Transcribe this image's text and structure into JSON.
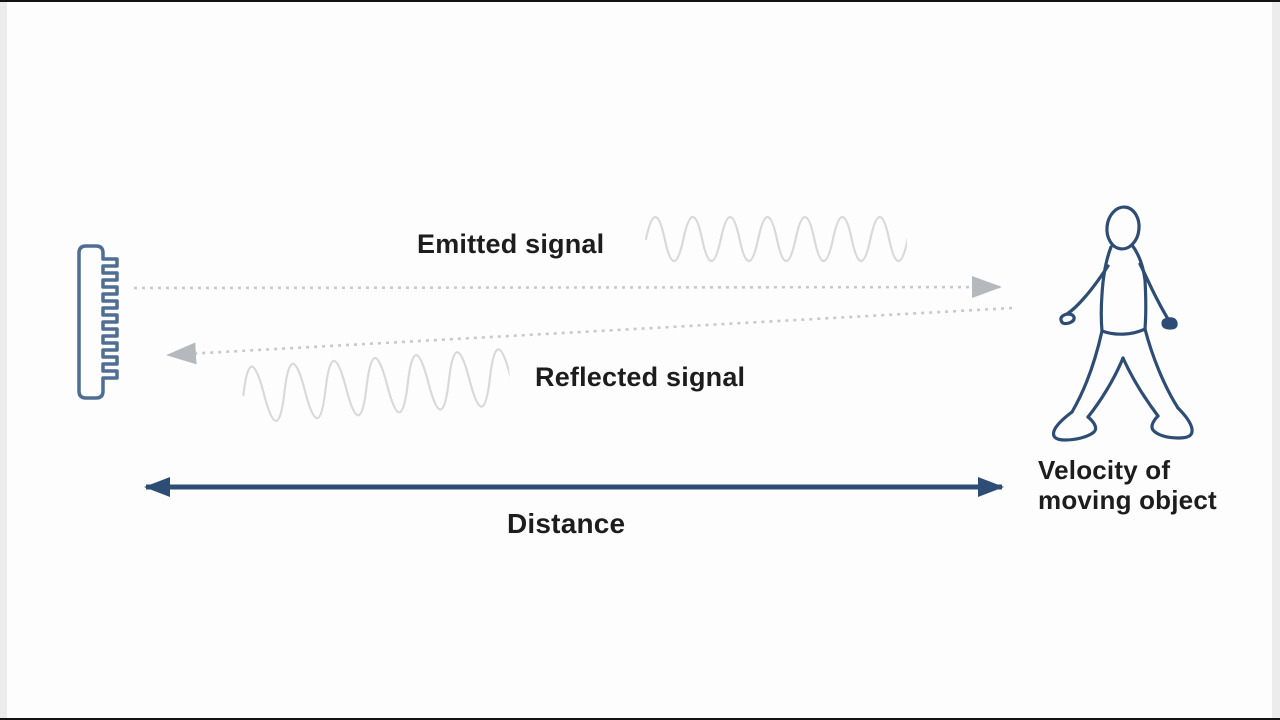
{
  "theme": {
    "bg": "#fdfdfd",
    "frame-line": "#141414",
    "gutter": "#ececec",
    "text": "#1d1d1d",
    "navy": "#2e4d74",
    "sensor-blue": "#4e6e93",
    "wave-gray": "#d9d9d9",
    "dash-gray": "#c9c9c9",
    "arrow-gray": "#b5b9bd"
  },
  "diagram": {
    "emitted_label": "Emitted signal",
    "reflected_label": "Reflected signal",
    "distance_label": "Distance",
    "velocity_label_line1": "Velocity of",
    "velocity_label_line2": "moving object",
    "emitted_wave_cycles": 7,
    "reflected_wave_cycles": 6.5
  }
}
